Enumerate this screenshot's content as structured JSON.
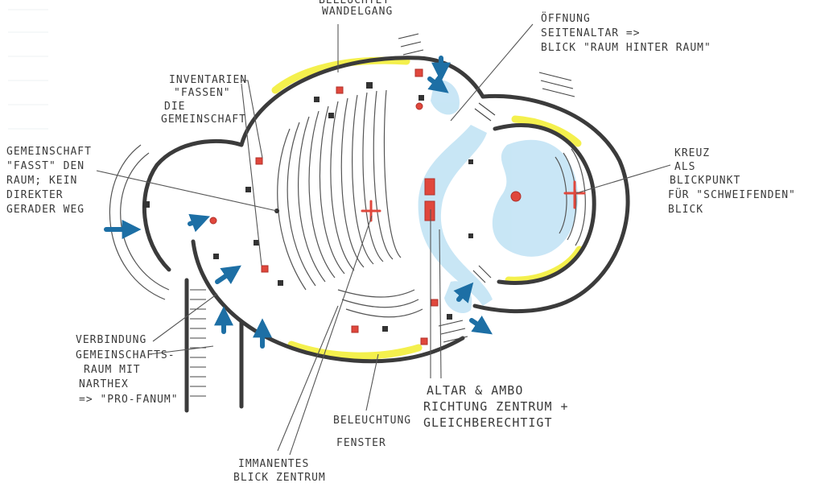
{
  "colors": {
    "ink": "#333333",
    "highlight_yellow": "#f3ee3a",
    "water_blue": "#bfe2f4",
    "arrow_blue": "#1d6fa5",
    "marker_red": "#e0473c"
  },
  "labels": {
    "beleuchtung_wandelgang": [
      "BELEUCHTET",
      "WANDELGANG"
    ],
    "oeffnung": [
      "ÖFFNUNG",
      "SEITENALTAR =>",
      "BLICK \"RAUM HINTER RAUM\""
    ],
    "inventarien": [
      "INVENTARIEN",
      "\"FASSEN\"",
      "DIE",
      "GEMEINSCHAFT"
    ],
    "gemeinschaft": [
      "GEMEINSCHAFT",
      "\"FASST\" DEN",
      "RAUM; KEIN",
      "DIREKTER",
      "GERADER WEG"
    ],
    "kreuz": [
      "KREUZ",
      "ALS",
      "BLICKPUNKT",
      "FÜR \"SCHWEIFENDEN\"",
      "BLICK"
    ],
    "verbindung": [
      "VERBINDUNG",
      "GEMEINSCHAFTS-",
      "RAUM MIT",
      "NARTHEX",
      "=> \"PRO-FANUM\""
    ],
    "altar_ambo": [
      "ALTAR & AMBO",
      "RICHTUNG ZENTRUM +",
      "GLEICHBERECHTIGT"
    ],
    "beleuchtung_fenster": [
      "BELEUCHTUNG",
      "FENSTER"
    ],
    "immanentes": [
      "IMMANENTES",
      "BLICK ZENTRUM"
    ]
  }
}
